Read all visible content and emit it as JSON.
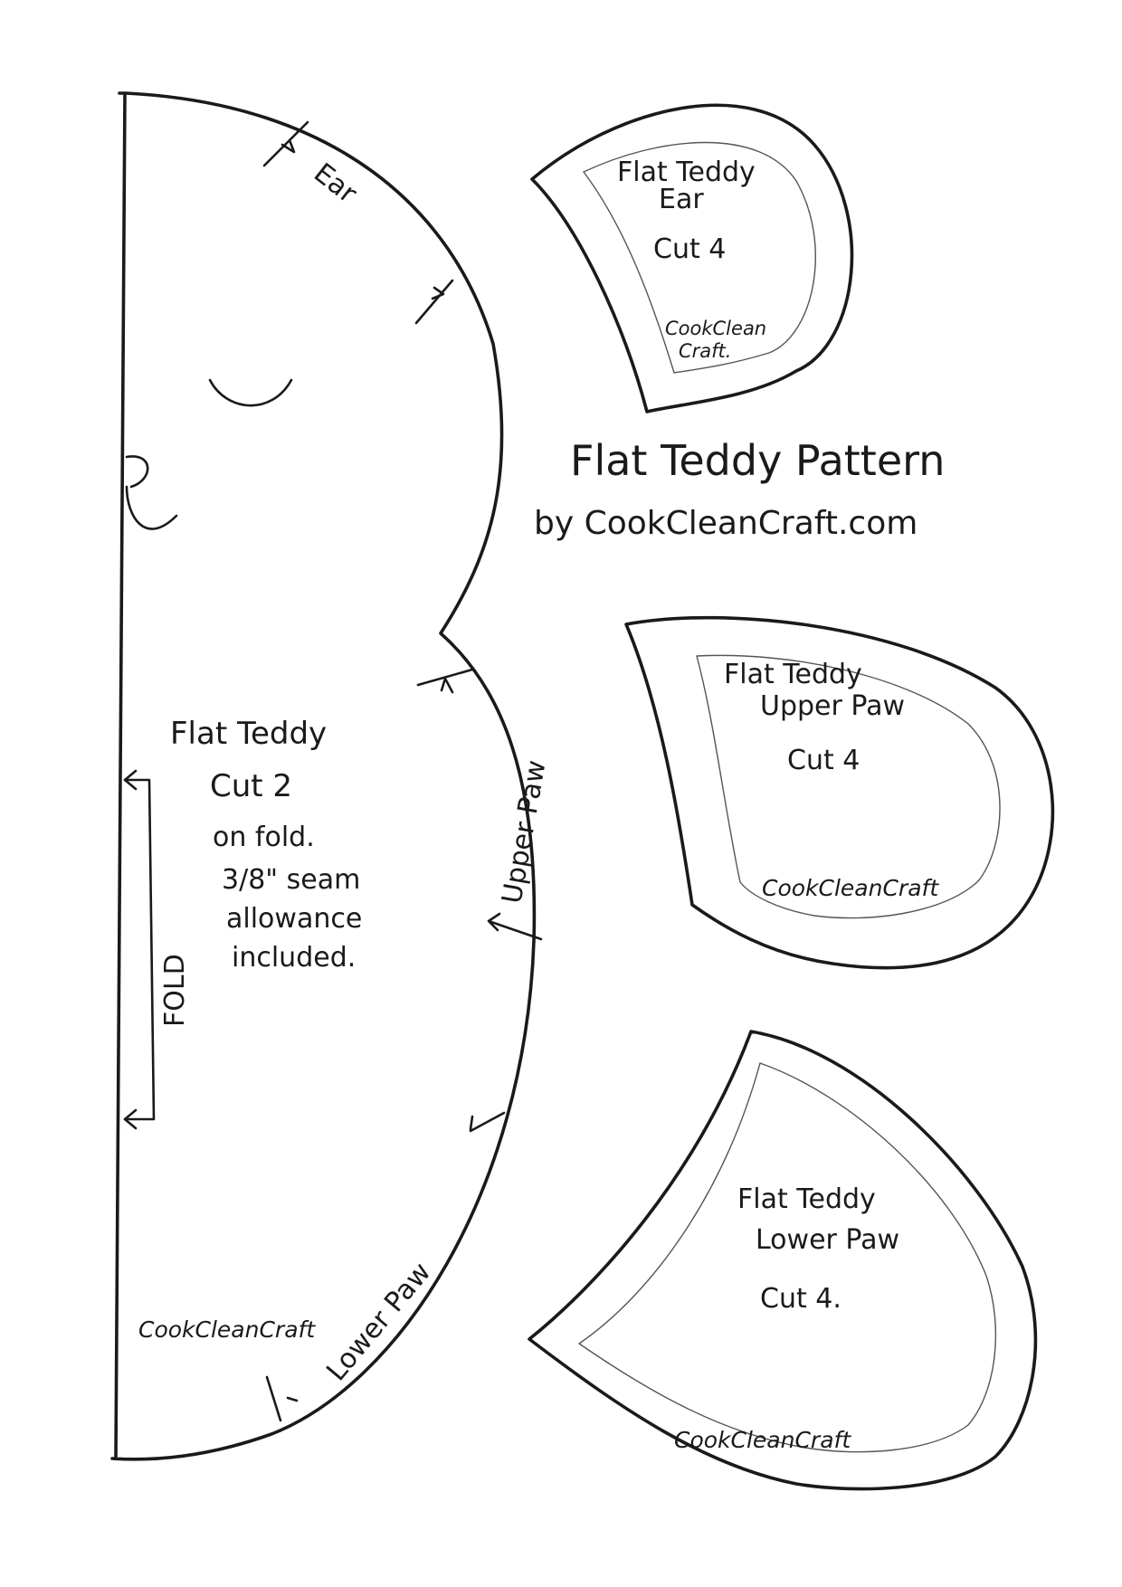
{
  "title": "Flat Teddy Pattern",
  "byline": "by CookCleanCraft.com",
  "body_piece": {
    "name": "Flat Teddy",
    "cut": "Cut 2",
    "fold_note": "on fold.",
    "seam_note_1": "3/8\" seam",
    "seam_note_2": "allowance",
    "seam_note_3": "included.",
    "fold_label": "FOLD",
    "ear_label": "Ear",
    "upper_paw_label": "Upper Paw",
    "lower_paw_label": "Lower Paw",
    "watermark": "CookCleanCraft"
  },
  "ear_piece": {
    "name": "Flat Teddy",
    "part": "Ear",
    "cut": "Cut 4",
    "watermark_1": "CookClean",
    "watermark_2": "Craft."
  },
  "upper_paw_piece": {
    "name": "Flat Teddy",
    "part": "Upper Paw",
    "cut": "Cut 4",
    "watermark": "CookCleanCraft"
  },
  "lower_paw_piece": {
    "name": "Flat Teddy",
    "part": "Lower Paw",
    "cut": "Cut 4.",
    "watermark": "CookCleanCraft"
  }
}
